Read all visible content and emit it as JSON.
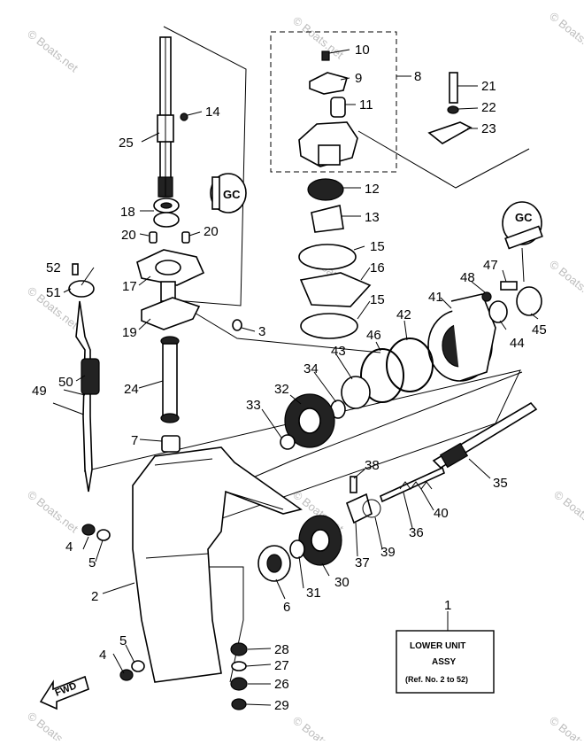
{
  "watermark": "© Boats.net",
  "labels": {
    "p1": "1",
    "p2": "2",
    "p3": "3",
    "p4a": "4",
    "p4b": "4",
    "p5a": "5",
    "p5b": "5",
    "p6": "6",
    "p7": "7",
    "p8": "8",
    "p9": "9",
    "p10": "10",
    "p11": "11",
    "p12": "12",
    "p13": "13",
    "p14": "14",
    "p15a": "15",
    "p15b": "15",
    "p16": "16",
    "p17": "17",
    "p18": "18",
    "p19": "19",
    "p20a": "20",
    "p20b": "20",
    "p21": "21",
    "p22": "22",
    "p23": "23",
    "p24": "24",
    "p25": "25",
    "p26": "26",
    "p27": "27",
    "p28": "28",
    "p29": "29",
    "p30": "30",
    "p31": "31",
    "p32": "32",
    "p33": "33",
    "p34": "34",
    "p35": "35",
    "p36": "36",
    "p37": "37",
    "p38": "38",
    "p39": "39",
    "p40": "40",
    "p41": "41",
    "p42": "42",
    "p43": "43",
    "p44": "44",
    "p45": "45",
    "p46": "46",
    "p47": "47",
    "p48": "48",
    "p49": "49",
    "p50": "50",
    "p51": "51",
    "p52": "52"
  },
  "grease_mark": "GC",
  "assy_box": {
    "line1": "LOWER UNIT",
    "line2": "ASSY",
    "line3": "(Ref. No. 2 to 52)"
  },
  "fwd_arrow": "FWD"
}
